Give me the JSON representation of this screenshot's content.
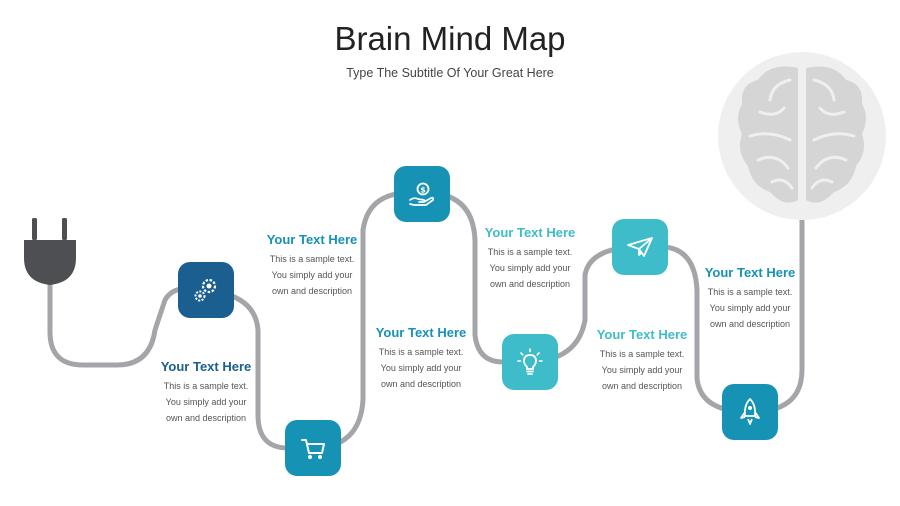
{
  "header": {
    "title": "Brain Mind Map",
    "subtitle": "Type The Subtitle Of Your Great Here"
  },
  "colors": {
    "dark_blue": "#1a5f8f",
    "teal_blue": "#1692b5",
    "light_teal": "#3fbcc9",
    "path_gray": "#a3a5a8",
    "plug_gray": "#4d4f52",
    "brain_gray": "#d5d5d5",
    "brain_bg": "#efefef"
  },
  "steps": [
    {
      "icon": "gears-icon",
      "heading": "Your Text Here",
      "body": "This is a sample text.\nYou simply add your\nown and description"
    },
    {
      "icon": "shopping-cart-icon",
      "heading": "Your Text Here",
      "body": "This is a sample text.\nYou simply add your\nown and description"
    },
    {
      "icon": "money-hand-icon",
      "heading": "Your Text Here",
      "body": "This is a sample text.\nYou simply add your\nown and description"
    },
    {
      "icon": "lightbulb-icon",
      "heading": "Your Text Here",
      "body": "This is a sample text.\nYou simply add your\nown and description"
    },
    {
      "icon": "paper-plane-icon",
      "heading": "Your Text Here",
      "body": "This is a sample text.\nYou simply add your\nown and description"
    },
    {
      "icon": "rocket-icon",
      "heading": "Your Text Here",
      "body": "This is a sample text.\nYou simply add your\nown and description"
    }
  ]
}
